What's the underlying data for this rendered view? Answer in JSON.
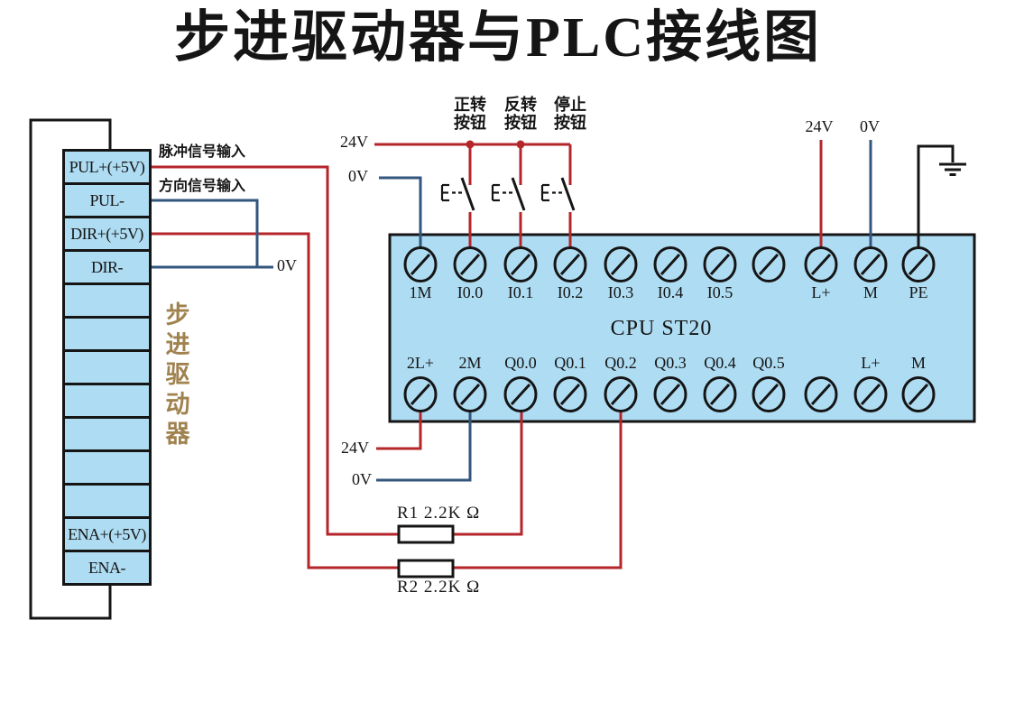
{
  "title": "步进驱动器与PLC接线图",
  "driver": {
    "label_vertical": "步进驱动器",
    "cells": [
      "PUL+(+5V)",
      "PUL-",
      "DIR+(+5V)",
      "DIR-",
      "",
      "",
      "",
      "",
      "",
      "",
      "",
      "ENA+(+5V)",
      "ENA-"
    ]
  },
  "signal_labels": {
    "pulse": "脉冲信号输入",
    "direction": "方向信号输入",
    "common_zero": "0V"
  },
  "push_buttons": [
    {
      "line1": "正转",
      "line2": "按钮"
    },
    {
      "line1": "反转",
      "line2": "按钮"
    },
    {
      "line1": "停止",
      "line2": "按钮"
    }
  ],
  "power": {
    "input_24v": "24V",
    "input_0v": "0V",
    "right_24v": "24V",
    "right_0v": "0V",
    "output_24v": "24V",
    "output_0v": "0V"
  },
  "plc": {
    "cpu": "CPU ST20",
    "top_terminals": [
      "1M",
      "I0.0",
      "I0.1",
      "I0.2",
      "I0.3",
      "I0.4",
      "I0.5",
      "",
      "L+",
      "M",
      "PE"
    ],
    "bottom_terminals": [
      "2L+",
      "2M",
      "Q0.0",
      "Q0.1",
      "Q0.2",
      "Q0.3",
      "Q0.4",
      "Q0.5",
      "",
      "L+",
      "M"
    ]
  },
  "resistors": [
    {
      "label": "R1 2.2K Ω"
    },
    {
      "label": "R2 2.2K Ω"
    }
  ],
  "colors": {
    "wire_red": "#b5262b",
    "wire_blue": "#33567e",
    "wire_black": "#151515",
    "component_fill": "#aedcf2",
    "driver_text": "#a0824f"
  }
}
